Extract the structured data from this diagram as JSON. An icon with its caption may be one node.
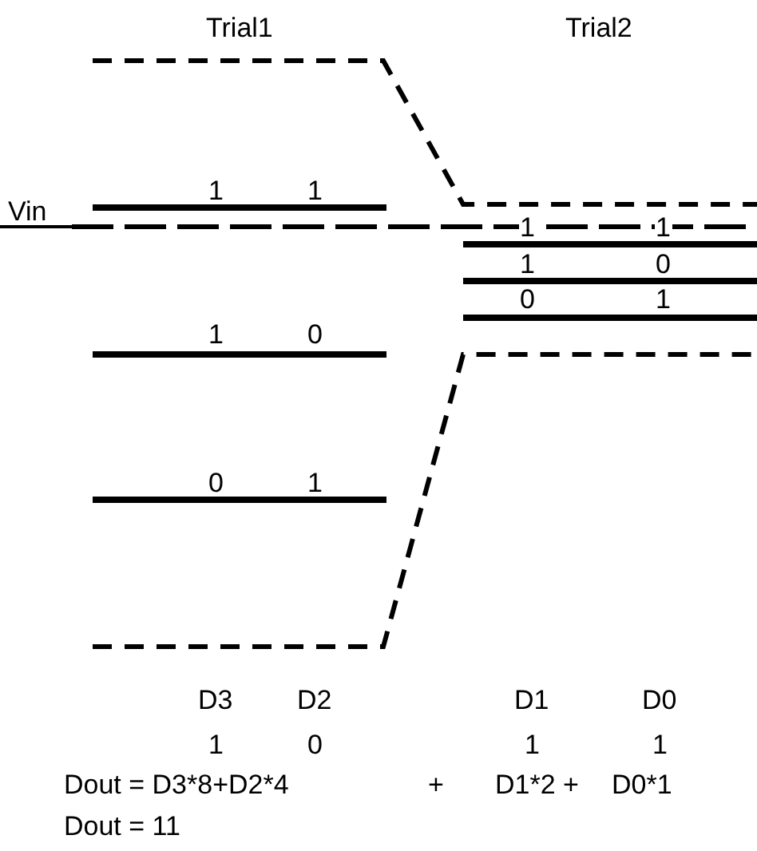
{
  "diagram": {
    "labels": [
      "Trial1",
      "Trial2",
      "1",
      "1",
      "Vin",
      "1",
      "1",
      "1",
      "0",
      "0",
      "1",
      "1",
      "0",
      "0",
      "1",
      "D3",
      "D2",
      "D1",
      "D0",
      "1",
      "0",
      "1",
      "1",
      "Dout = D3*8+D2*4",
      "+",
      "D1*2 +",
      "D0*1",
      "Dout = 11"
    ]
  }
}
